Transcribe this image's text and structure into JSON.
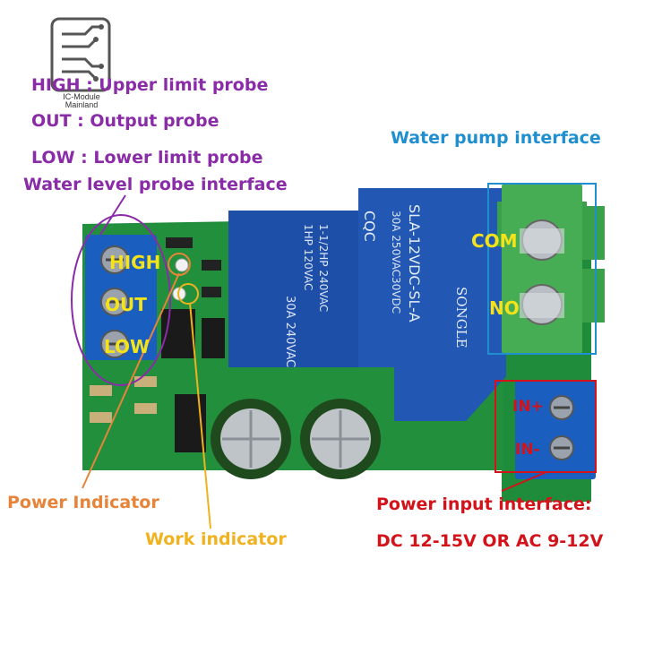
{
  "logo": {
    "line1": "IC-Module",
    "line2": "Mainland"
  },
  "probe_labels": {
    "high": "HIGH : Upper limit probe",
    "out": "OUT   : Output probe",
    "low": "LOW  : Lower limit probe",
    "interface": "Water level probe interface"
  },
  "pump": {
    "title": "Water pump interface",
    "com": "COM",
    "no": "NO"
  },
  "terminal_labels": {
    "high": "HIGH",
    "out": "OUT",
    "low": "LOW"
  },
  "relay": {
    "brand": "SONGLE",
    "model": "SLA-12VDC-SL-A",
    "rating1": "30A  250VAC30VDC",
    "rating2": "1HP 120VAC",
    "rating3": "1-1/2HP 240VAC",
    "rating4": "30A  240VAC",
    "cqc": "CQC"
  },
  "power_in": {
    "in1": "IN+",
    "in2": "IN-",
    "title": "Power input interface:",
    "spec": "DC 12-15V OR AC 9-12V"
  },
  "indicators": {
    "power": "Power Indicator",
    "work": "Work indicator"
  },
  "colors": {
    "pcb": "#1e8c3a",
    "relay": "#1e4fa8",
    "terminal_blue": "#1a5fc0",
    "terminal_green": "#3aa04a"
  }
}
